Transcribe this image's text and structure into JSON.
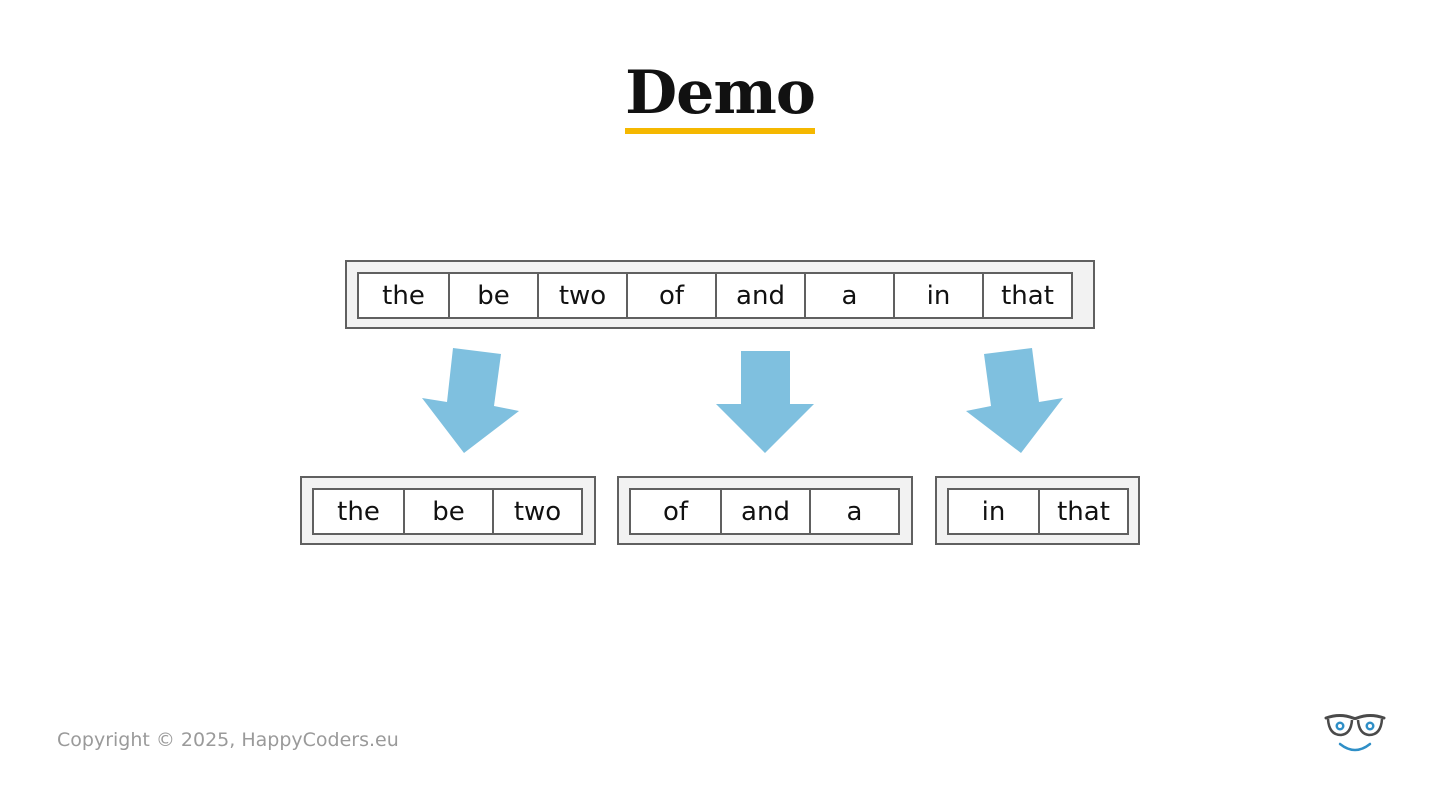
{
  "slide": {
    "title": "Demo",
    "footer": "Copyright © 2025, HappyCoders.eu"
  },
  "colors": {
    "title_underline": "#f5b800",
    "arrow": "#7fc0df",
    "box_border": "#606060",
    "box_fill": "#f2f2f2"
  },
  "diagram": {
    "source_array": [
      "the",
      "be",
      "two",
      "of",
      "and",
      "a",
      "in",
      "that"
    ],
    "partitions": [
      [
        "the",
        "be",
        "two"
      ],
      [
        "of",
        "and",
        "a"
      ],
      [
        "in",
        "that"
      ]
    ]
  },
  "logo": {
    "icon": "smiling-glasses-logo-icon"
  }
}
